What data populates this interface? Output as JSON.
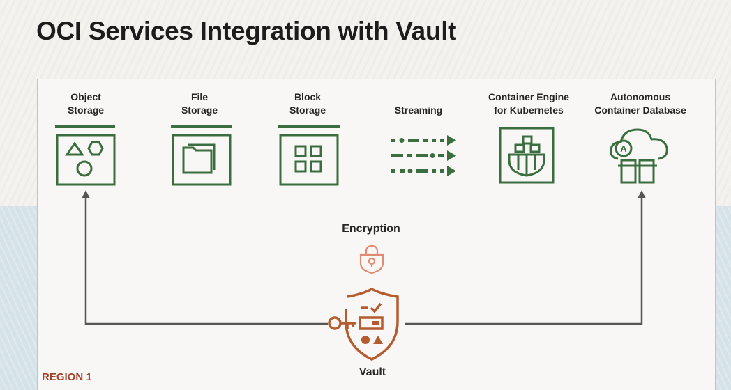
{
  "slide": {
    "title": "OCI Services Integration with Vault",
    "region_label": "REGION 1"
  },
  "services": [
    {
      "label": "Object\nStorage",
      "icon": "object-storage-icon"
    },
    {
      "label": "File\nStorage",
      "icon": "file-storage-icon"
    },
    {
      "label": "Block\nStorage",
      "icon": "block-storage-icon"
    },
    {
      "label": "Streaming",
      "icon": "streaming-icon"
    },
    {
      "label": "Container Engine\nfor Kubernetes",
      "icon": "container-engine-icon"
    },
    {
      "label": "Autonomous\nContainer Database",
      "icon": "autonomous-database-icon"
    }
  ],
  "center": {
    "encryption_label": "Encryption",
    "vault_label": "Vault"
  },
  "colors": {
    "service_green": "#3b6e3e",
    "accent_orange": "#b65b2e",
    "light_orange": "#e08a72",
    "line_gray": "#555555",
    "region_red": "#a3412a"
  }
}
